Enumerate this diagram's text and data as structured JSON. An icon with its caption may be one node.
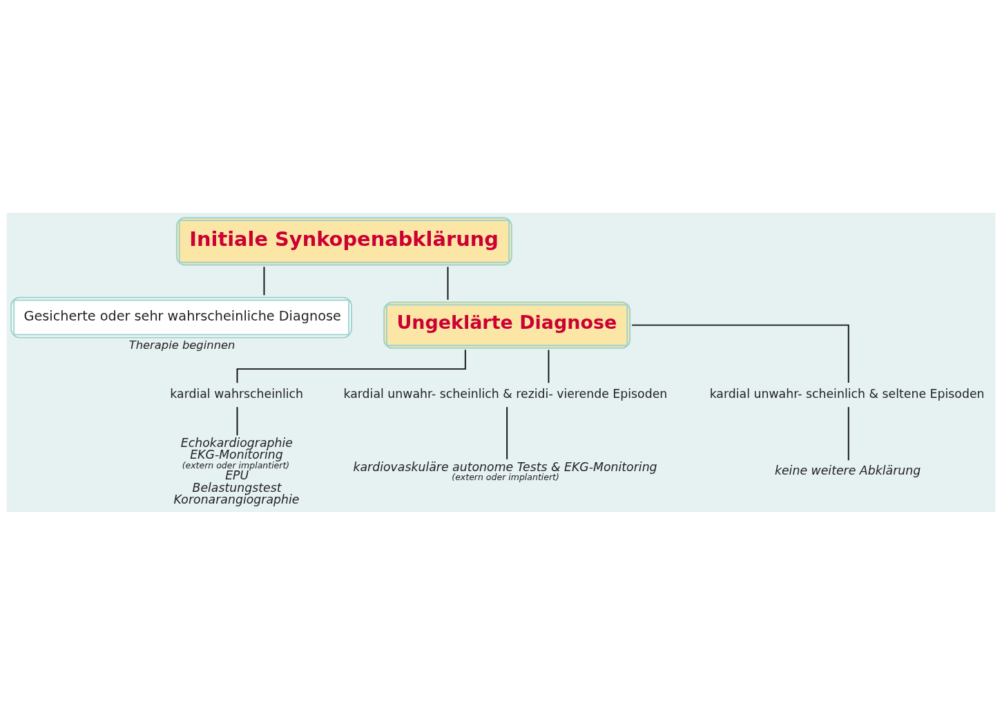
{
  "diagram": {
    "nodes": [
      {
        "text": [
          "Initiale Synkopenabklärung"
        ]
      },
      {
        "text": [
          "Gesicherte oder sehr wahrscheinliche Diagnose"
        ],
        "beside": [
          "Therapie beginnen"
        ]
      },
      {
        "text": [
          "Ungeklärte Diagnose"
        ]
      },
      {
        "text": [
          "kardial wahrscheinlich"
        ]
      },
      {
        "text": [
          "kardial unwahr- scheinlich & rezidi- vierende Episoden"
        ]
      },
      {
        "text": [
          "kardial unwahr- scheinlich & seltene Episoden"
        ]
      },
      {
        "text": [
          "Echokardiographie",
          "EKG-Monitoring",
          "(extern oder implantiert)",
          "EPU",
          "Belastungstest",
          "Koronarangiographie"
        ]
      },
      {
        "text": [
          "kardiovaskuläre autonome Tests & EKG-Monitoring",
          "(extern oder implantiert)"
        ]
      },
      {
        "text": [
          "keine weitere Abklärung"
        ]
      }
    ],
    "edges": [
      {
        "from": 0,
        "to": 1,
        "arrow": "none"
      },
      {
        "from": 0,
        "to": 2,
        "arrow": "none"
      },
      {
        "from": 2,
        "to": 3,
        "arrow": "none"
      },
      {
        "from": 2,
        "to": 4,
        "arrow": "none"
      },
      {
        "from": 2,
        "to": 5,
        "arrow": "none"
      },
      {
        "from": 3,
        "to": 6,
        "arrow": "none"
      },
      {
        "from": 4,
        "to": 7,
        "arrow": "none"
      },
      {
        "from": 5,
        "to": 8,
        "arrow": "none"
      }
    ]
  }
}
